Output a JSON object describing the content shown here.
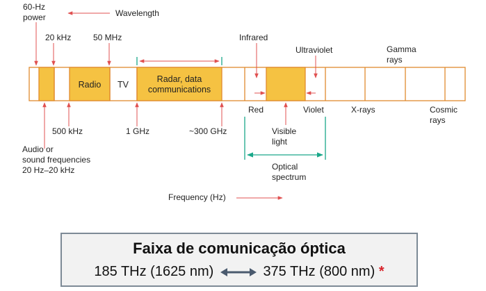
{
  "labels": {
    "power": [
      "60-Hz",
      "power"
    ],
    "wavelength": "Wavelength",
    "khz20": "20 kHz",
    "mhz50": "50 MHz",
    "infrared": "Infrared",
    "ultraviolet": "Ultraviolet",
    "gamma": [
      "Gamma",
      "rays"
    ],
    "radio": "Radio",
    "tv": "TV",
    "radar": [
      "Radar, data",
      "communications"
    ],
    "red": "Red",
    "violet": "Violet",
    "xrays": "X-rays",
    "cosmic": [
      "Cosmic",
      "rays"
    ],
    "khz500": "500 kHz",
    "ghz1": "1 GHz",
    "ghz300": "~300 GHz",
    "visible": [
      "Visible",
      "light"
    ],
    "audio": [
      "Audio or",
      "sound frequencies",
      "20 Hz–20 kHz"
    ],
    "optical": [
      "Optical",
      "spectrum"
    ],
    "frequency": "Frequency (Hz)"
  },
  "info": {
    "title": "Faixa de comunicação óptica",
    "range_start": "185 THz (1625 nm)",
    "range_end": "375 THz (800 nm)",
    "asterisk": "*"
  },
  "colors": {
    "band_fill": "#f5c242",
    "band_border": "#e08a2e",
    "arrow_red": "#e05050",
    "bracket_teal": "#1aa88a",
    "box_border": "#7d8a96",
    "box_fill": "#f2f2f2",
    "double_arrow": "#4a5a6e"
  }
}
